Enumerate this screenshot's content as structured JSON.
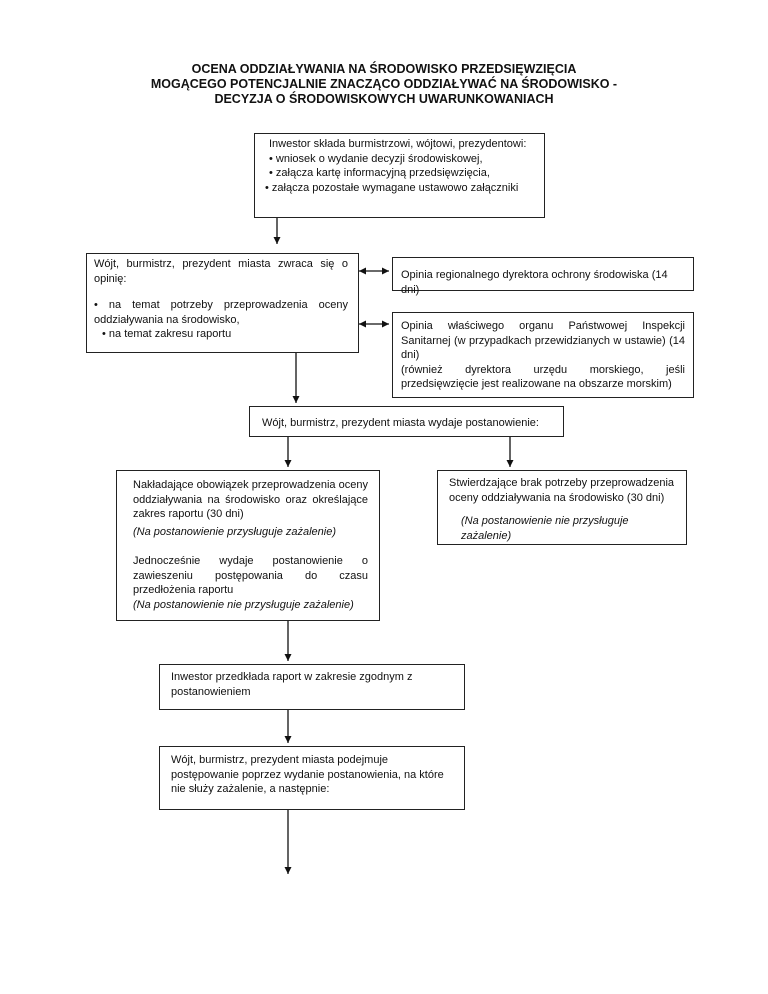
{
  "title": {
    "line1": "OCENA ODDZIAŁYWANIA NA ŚRODOWISKO PRZEDSIĘWZIĘCIA",
    "line2": "MOGĄCEGO POTENCJALNIE ZNACZĄCO ODDZIAŁYWAĆ NA ŚRODOWISKO -",
    "line3": "DECYZJA O ŚRODOWISKOWYCH UWARUNKOWANIACH"
  },
  "box_investor": {
    "line1": "Inwestor składa burmistrzowi, wójtowi, prezydentowi:",
    "line2": "• wniosek o wydanie decyzji środowiskowej,",
    "line3": "• załącza kartę informacyjną przedsięwzięcia,",
    "line4": "• załącza pozostałe wymagane ustawowo załączniki"
  },
  "box_opinion_request": {
    "heading": "Wójt, burmistrz, prezydent miasta zwraca się o opinię:",
    "item1": "• na temat potrzeby przeprowadzenia oceny oddziaływania na środowisko,",
    "item2": "• na temat zakresu raportu"
  },
  "box_rdos": {
    "text": "Opinia regionalnego dyrektora ochrony środowiska (14 dni)"
  },
  "box_pis": {
    "text1": "Opinia właściwego organu Państwowej Inspekcji Sanitarnej (w przypadkach przewidzianych w ustawie) (14 dni)",
    "text2": "(również dyrektora urzędu morskiego, jeśli przedsięwzięcie jest realizowane na obszarze morskim)"
  },
  "box_decision": {
    "text": "Wójt, burmistrz, prezydent miasta wydaje postanowienie:"
  },
  "box_obligation": {
    "text1": "Nakładające obowiązek przeprowadzenia oceny oddziaływania na środowisko oraz określające zakres raportu (30 dni)",
    "note1": "(Na postanowienie przysługuje zażalenie)",
    "text2": "Jednocześnie wydaje postanowienie o zawieszeniu postępowania do czasu przedłożenia raportu",
    "note2": "(Na postanowienie nie przysługuje zażalenie)"
  },
  "box_no_need": {
    "text": "Stwierdzające brak potrzeby przeprowadzenia oceny oddziaływania na środowisko (30 dni)",
    "note": "(Na postanowienie nie przysługuje zażalenie)"
  },
  "box_report": {
    "text": "Inwestor przedkłada raport w zakresie zgodnym z postanowieniem"
  },
  "box_resume": {
    "text": "Wójt, burmistrz, prezydent miasta podejmuje postępowanie poprzez wydanie postanowienia, na które nie służy zażalenie, a następnie:"
  }
}
